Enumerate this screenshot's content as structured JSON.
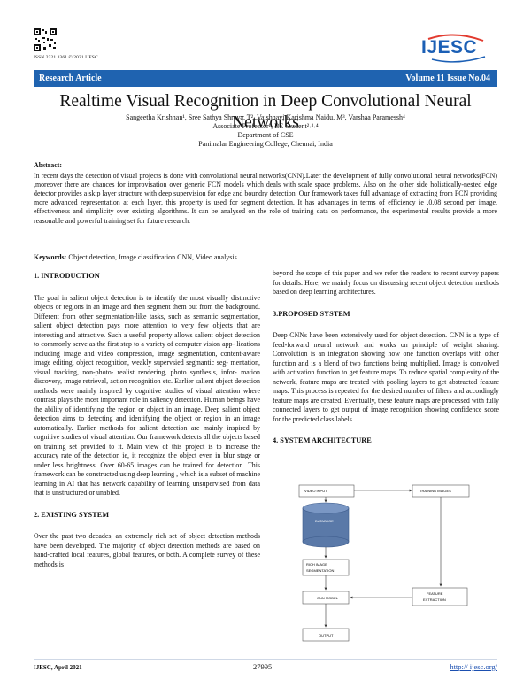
{
  "header": {
    "issn": "ISSN 2321 3361 © 2021 IJESC",
    "logo_text": "IJESC"
  },
  "banner": {
    "article_type": "Research Article",
    "volume": "Volume 11 Issue No.04"
  },
  "paper": {
    "title": "Realtime Visual Recognition in Deep Convolutional Neural Networks",
    "authors_line": "Sangeetha Krishnan¹, Sree Sathya Shreya. T², Vaishnavi Karishma Naidu. M³, Varshaa Paramessh⁴",
    "roles_line": "Associate Professor¹, BE Student²˒³˒⁴",
    "department": "Department of CSE",
    "college": "Panimalar Engineering College, Chennai, India"
  },
  "abstract": {
    "heading": "Abstract:",
    "text": "In recent days the detection of visual projects is done with convolutional neural networks(CNN).Later the development of fully convolutional neural networks(FCN) ,moreover there are chances for improvisation over generic FCN models which deals with scale space problems. Also on the other side holistically-nested edge detector provides a skip layer structure with deep supervision for edge and boundry detection. Our framework takes full advantage of extracting from FCN providing more advanced representation at each layer, this property is used for segment detection. It has advantages in terms of efficiency ie ,0.08 second per image, effectiveness and simplicity over existing algorithms. It can be analysed on the role of training data on performance, the experimental results provide a more reasonable and powerful training set for future research."
  },
  "keywords": {
    "label": "Keywords:",
    "text": " Object detection, Image classification.CNN, Video analysis."
  },
  "sections": {
    "intro_heading": "1. INTRODUCTION",
    "intro_text": "The goal in salient object detection is to identify the most visually distinctive objects or regions in an image and then segment them out from the background. Different from other segmentation-like tasks, such as semantic segmentation, salient object detection pays more attention to very few objects that are interesting and attractive. Such a useful property allows salient object detection to commonly serve as the first step to a variety of computer vision app- lications including image and video compression, image segmentation, content-aware image editing, object recognition, weakly supervsied segmantic seg- mentation, visual tracking, non-photo- realist rendering, photo synthesis, infor- mation discovery, image retrieval, action recognition etc. Earlier salient object detection methods were mainly inspired by cognitive studies of visual attention where contrast plays the most important role in saliency detection. Human beings have the ability of identifying the region or object in an image. Deep salient object detection aims to detecting and identifying the object or region in an image automatically. Earlier methods for salient detection are mainly inspired by cognitive studies of visual attention. Our framework detects all the objects based on training set provided to it. Main view of this project is to increase the accuracy rate of the detection ie, it recognize the object even in blur stage or under less brightness .Over 60-65 images can be trained for detection .This framework can be constructed using deep learning , which is a subset of machine learning in AI that has network capability of learning unsupervised from data that is unstructured or unabled.",
    "existing_heading": "2. EXISTING SYSTEM",
    "existing_text": "Over the past two decades, an extremely rich set of object detection methods have been developed. The majority of object detection methods are based on hand-crafted local features, global features, or both. A complete survey of these methods is",
    "existing_cont": "beyond the scope of this paper and we refer the readers to recent survey papers for details. Here, we mainly focus on discussing recent object detection methods based on deep learning architectures.",
    "proposed_heading": "3.PROPOSED SYSTEM",
    "proposed_text": "Deep CNNs have been extensively used for object detection. CNN is a type of feed-forward neural network and works on principle of weight sharing. Convolution is an integration showing how one function overlaps with other function and is a blend of two functions being multiplied. Image is convolved with activation function to get feature maps. To reduce spatial complexity of the network, feature maps are treated with pooling layers to get abstracted feature maps. This process is repeated for the desired number of filters and accordingly feature maps are created. Eventually, these feature maps are processed with fully connected layers to get output of image recognition showing confidence score for the predicted class labels.",
    "architecture_heading": "4. SYSTEM ARCHITECTURE"
  },
  "figure": {
    "video_input": "VIDEO INPUT",
    "training_images": "TRAINING IMAGES",
    "database": "DATABASE",
    "rich_image": "RICH IMAGE",
    "segmentation": "SEGMENTATION",
    "cnn_model": "CNN MODEL",
    "feature": "FEATURE",
    "extraction": "EXTRACTION",
    "output": "OUTPUT"
  },
  "footer": {
    "left": "IJESC, April  2021",
    "page": "27995",
    "url": "http:// ijesc.org/"
  }
}
